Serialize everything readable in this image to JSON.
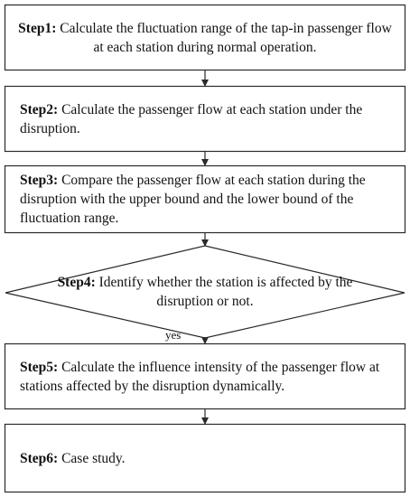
{
  "steps": [
    {
      "label": "Step1:",
      "text": "Calculate the fluctuation range of the tap-in passenger flow at each station during normal operation."
    },
    {
      "label": "Step2:",
      "text": "Calculate the passenger flow at each station under the disruption."
    },
    {
      "label": "Step3:",
      "text": "Compare the passenger flow at each station during the disruption with the upper bound and the lower bound of the fluctuation range."
    },
    {
      "label": "Step4:",
      "text": "Identify whether the station is affected by the disruption or not."
    },
    {
      "label": "Step5:",
      "text": "Calculate the influence intensity of the passenger flow at stations affected by the disruption dynamically."
    },
    {
      "label": "Step6:",
      "text": "Case study."
    }
  ],
  "decision_yes_label": "yes",
  "colors": {
    "stroke": "#2a2a2a",
    "text": "#111111",
    "background": "#ffffff"
  }
}
